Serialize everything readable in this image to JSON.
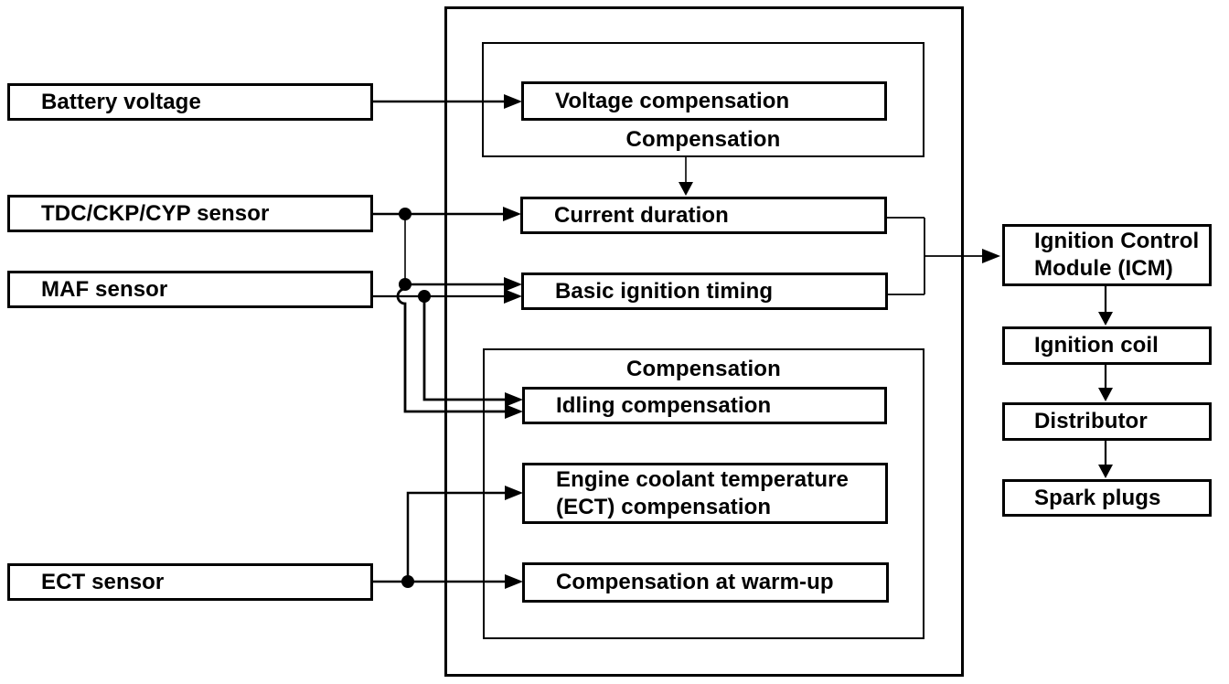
{
  "diagram": {
    "type": "block-diagram",
    "inputs": {
      "battery_voltage": "Battery voltage",
      "tdc_ckp_cyp_sensor": "TDC/CKP/CYP sensor",
      "maf_sensor": "MAF sensor",
      "ect_sensor": "ECT sensor"
    },
    "ecm": {
      "top_group_label": "Compensation",
      "voltage_compensation": "Voltage compensation",
      "current_duration": "Current duration",
      "basic_ignition_timing": "Basic ignition timing",
      "bottom_group_label": "Compensation",
      "idling_compensation": "Idling compensation",
      "ect_compensation": "Engine coolant temperature\n(ECT) compensation",
      "compensation_at_warm_up": "Compensation at warm-up"
    },
    "outputs": {
      "ignition_control_module": "Ignition Control\nModule (ICM)",
      "ignition_coil": "Ignition coil",
      "distributor": "Distributor",
      "spark_plugs": "Spark plugs"
    },
    "colors": {
      "ink": "#000000",
      "paper": "#ffffff"
    }
  }
}
